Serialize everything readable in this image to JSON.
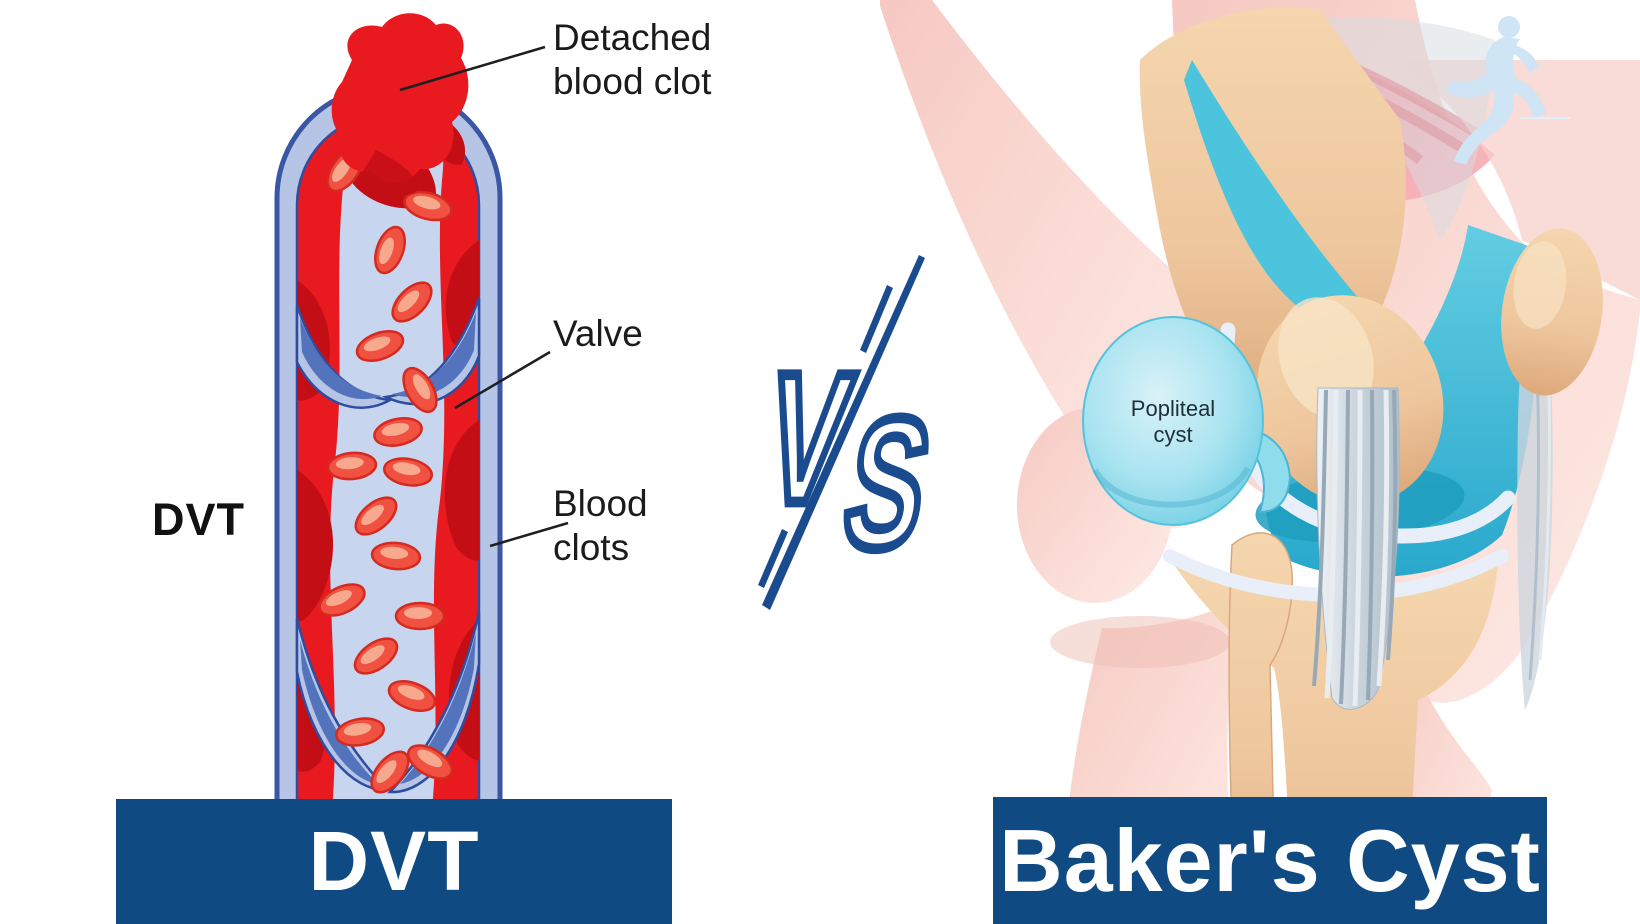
{
  "poster": {
    "left": {
      "side_label": "DVT",
      "banner_label": "DVT",
      "callouts": {
        "detached": "Detached\nblood clot",
        "valve": "Valve",
        "clots": "Blood\nclots"
      }
    },
    "divider": {
      "v": "V",
      "s": "S"
    },
    "right": {
      "cyst_label": "Popliteal\ncyst",
      "banner_label": "Baker's Cyst"
    },
    "colors": {
      "banner_navy": "#0f4a82",
      "vs_blue": "#1b4b8f",
      "vein_red": "#e8191f",
      "vein_dark_red": "#c30e16",
      "vein_wall_blue": "#b6c4e5",
      "vein_outline_blue": "#3a56a5",
      "valve_blue": "#5374bd",
      "channel_blue": "#c7d5ee",
      "blood_cell": "#f15140",
      "blood_cell_highlight": "#f7a88d",
      "knee_teal": "#3fbcd9",
      "cyst_blue": "#9fe0ef",
      "skin_pink": "#f8d3cc",
      "bone_tan": "#eec69d",
      "muscle_red": "#f2848e",
      "ligament_grey": "#c3cdd6",
      "watermark_blue": "#cfe4f4",
      "label_black": "#1b1b1b"
    }
  }
}
